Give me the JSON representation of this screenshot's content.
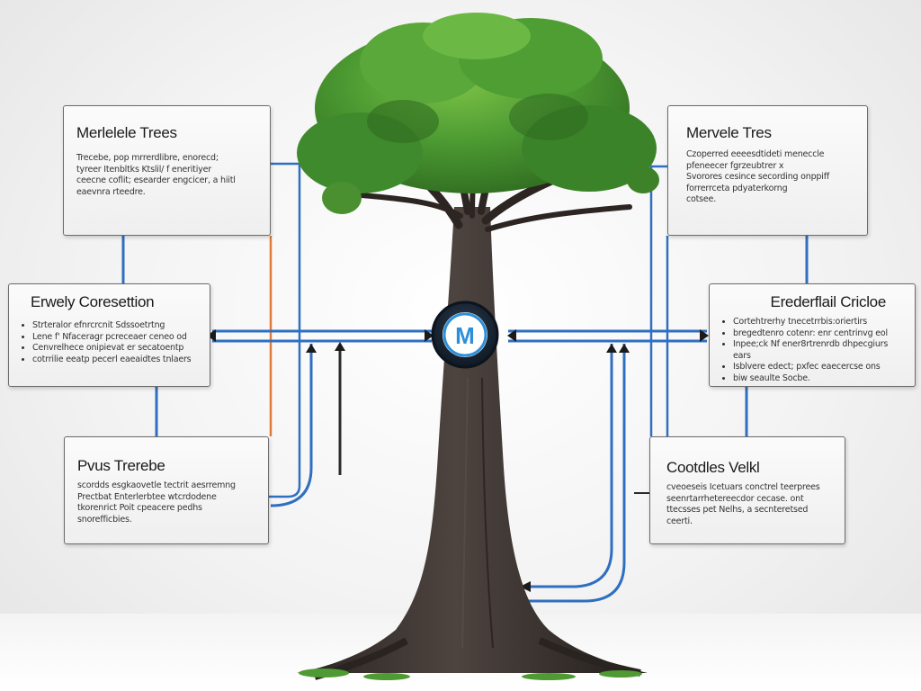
{
  "cards": {
    "top_left": {
      "title": "Merlelele Trees",
      "body": [
        "Trecebe, pop mrrerdlibre, enorecd;",
        "tyreer  Itenbltks  Ktslil/ f eneritiyer",
        "ceecne  coflit; esearder engcicer,  a hiitl",
        "eaevnra  rteedre."
      ]
    },
    "mid_left": {
      "title": "Erwely Coresettion",
      "bullets": [
        "Strteralor efnrcrcnit  Sdssoetrtng",
        "Lene f' Nfaceragr pcreceaer  ceneo  od",
        "Cenvrelhece onipievat er  secatoentp",
        "cotrrilie  eeatp  pecerl   eaeaidtes  tnlaers"
      ]
    },
    "bottom_left": {
      "title": "Pvus Trerebe",
      "body": [
        "scordds  esgkaovetle  tectrit  aesrremng",
        "Prectbat  Enterlerbtee  wtcrdodene",
        "tkorenrict  Poit  cpeacere  pedhs",
        "snorefficbies."
      ]
    },
    "top_right": {
      "title": "Mervele Tres",
      "body": [
        "Czoperred  eeeesdtideti  meneccle",
        "pfeneecer  fgrzeubtrer x",
        "Svorores  cesince  secording onppiff",
        "forrerrceta  pdyaterkorng",
        "cotsee."
      ]
    },
    "mid_right": {
      "title": "Erederflail Cricloe",
      "bullets": [
        "Cortehtrerhy  tnecetrrbis:oriertirs",
        "bregedtenro cotenr:  enr  centrinvg  eol",
        "Inpee;ck  Nf ener8rtrenrdb  dhpecgiurs ears",
        "Isblvere edect;  pxfec  eaecercse  ons",
        "biw  seaulte Socbe."
      ]
    },
    "bottom_right": {
      "title": "Cootdles Velkl",
      "body": [
        "cveoeseis  Icetuars  conctrel  teerprees",
        "seenrtarrhetereecdor  cecase.  ont",
        "ttecsses  pet  Nelhs, a  secnteretsed",
        "ceerti."
      ]
    }
  },
  "hub": {
    "label": "M"
  },
  "colors": {
    "blue_line": "#2f6fc1",
    "orange_line": "#e07b3a",
    "dark_line": "#2b2b2b",
    "hub_ring": "#1b2a3a",
    "hub_accent": "#2d8fd8",
    "trunk": "#3b3330",
    "foliage": "#3f8a2c"
  }
}
